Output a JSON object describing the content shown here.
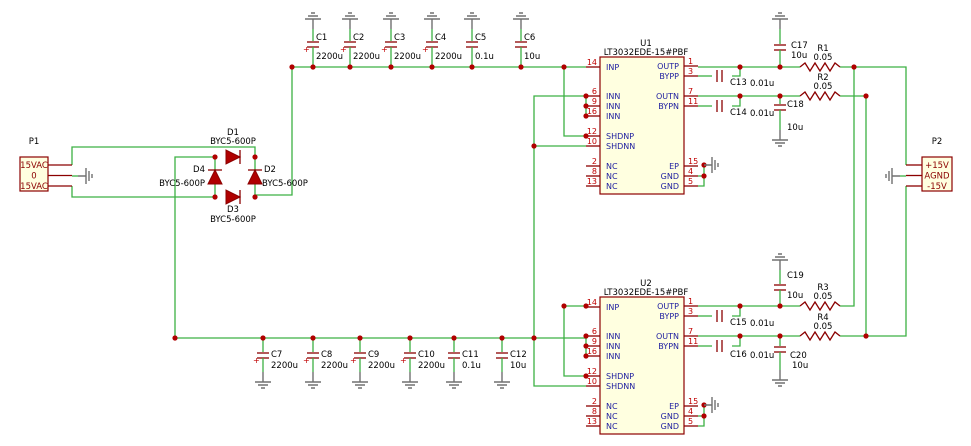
{
  "u1": {
    "ref": "U1",
    "value": "LT3032EDE-15#PBF",
    "left": [
      {
        "num": "14",
        "name": "INP"
      },
      {
        "num": "6",
        "name": "INN"
      },
      {
        "num": "9",
        "name": "INN"
      },
      {
        "num": "16",
        "name": "INN"
      },
      {
        "num": "12",
        "name": "SHDNP"
      },
      {
        "num": "10",
        "name": "SHDNN"
      },
      {
        "num": "2",
        "name": "NC"
      },
      {
        "num": "8",
        "name": "NC"
      },
      {
        "num": "13",
        "name": "NC"
      }
    ],
    "right": [
      {
        "num": "1",
        "name": "OUTP"
      },
      {
        "num": "3",
        "name": "BYPP"
      },
      {
        "num": "7",
        "name": "OUTN"
      },
      {
        "num": "11",
        "name": "BYPN"
      },
      {
        "num": "15",
        "name": "EP"
      },
      {
        "num": "4",
        "name": "GND"
      },
      {
        "num": "5",
        "name": "GND"
      }
    ]
  },
  "u2": {
    "ref": "U2",
    "value": "LT3032EDE-15#PBF",
    "left": [
      {
        "num": "14",
        "name": "INP"
      },
      {
        "num": "6",
        "name": "INN"
      },
      {
        "num": "9",
        "name": "INN"
      },
      {
        "num": "16",
        "name": "INN"
      },
      {
        "num": "12",
        "name": "SHDNP"
      },
      {
        "num": "10",
        "name": "SHDNN"
      },
      {
        "num": "2",
        "name": "NC"
      },
      {
        "num": "8",
        "name": "NC"
      },
      {
        "num": "13",
        "name": "NC"
      }
    ],
    "right": [
      {
        "num": "1",
        "name": "OUTP"
      },
      {
        "num": "3",
        "name": "BYPP"
      },
      {
        "num": "7",
        "name": "OUTN"
      },
      {
        "num": "11",
        "name": "BYPN"
      },
      {
        "num": "15",
        "name": "EP"
      },
      {
        "num": "4",
        "name": "GND"
      },
      {
        "num": "5",
        "name": "GND"
      }
    ]
  },
  "top_caps": [
    {
      "ref": "C1",
      "value": "2200u"
    },
    {
      "ref": "C2",
      "value": "2200u"
    },
    {
      "ref": "C3",
      "value": "2200u"
    },
    {
      "ref": "C4",
      "value": "2200u"
    },
    {
      "ref": "C5",
      "value": "0.1u"
    },
    {
      "ref": "C6",
      "value": "10u"
    }
  ],
  "bot_caps": [
    {
      "ref": "C7",
      "value": "2200u"
    },
    {
      "ref": "C8",
      "value": "2200u"
    },
    {
      "ref": "C9",
      "value": "2200u"
    },
    {
      "ref": "C10",
      "value": "2200u"
    },
    {
      "ref": "C11",
      "value": "0.1u"
    },
    {
      "ref": "C12",
      "value": "10u"
    }
  ],
  "outcaps": {
    "c17": {
      "ref": "C17",
      "value": "10u"
    },
    "c18": {
      "ref": "C18",
      "value": "10u"
    },
    "c19": {
      "ref": "C19",
      "value": "10u"
    },
    "c20": {
      "ref": "C20",
      "value": "10u"
    },
    "c13": {
      "ref": "C13",
      "value": "0.01u"
    },
    "c14": {
      "ref": "C14",
      "value": "0.01u"
    },
    "c15": {
      "ref": "C15",
      "value": "0.01u"
    },
    "c16": {
      "ref": "C16",
      "value": "0.01u"
    }
  },
  "resistors": [
    {
      "ref": "R1",
      "value": "0.05"
    },
    {
      "ref": "R2",
      "value": "0.05"
    },
    {
      "ref": "R3",
      "value": "0.05"
    },
    {
      "ref": "R4",
      "value": "0.05"
    }
  ],
  "diodes": {
    "d1": {
      "ref": "D1",
      "value": "BYC5-600P"
    },
    "d2": {
      "ref": "D2",
      "value": "BYC5-600P"
    },
    "d3": {
      "ref": "D3",
      "value": "BYC5-600P"
    },
    "d4": {
      "ref": "D4",
      "value": "BYC5-600P"
    }
  },
  "p1": {
    "ref": "P1",
    "pins": [
      "15VAC",
      "0",
      "15VAC"
    ]
  },
  "p2": {
    "ref": "P2",
    "pins": [
      "+15V",
      "AGND",
      "-15V"
    ]
  }
}
